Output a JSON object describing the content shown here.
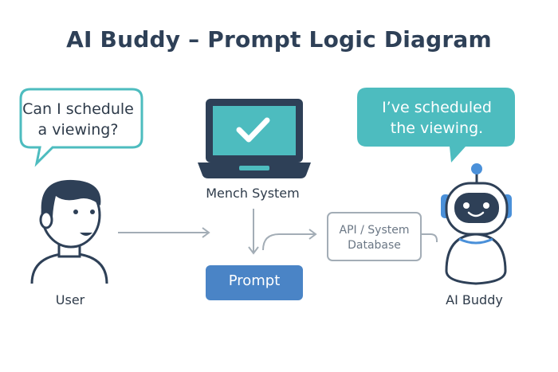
{
  "title": "AI Buddy – Prompt Logic Diagram",
  "user_bubble": {
    "line1": "Can I schedule",
    "line2": "a viewing?"
  },
  "bot_bubble": {
    "line1": "I’ve scheduled",
    "line2": "the viewing."
  },
  "nodes": {
    "user_label": "User",
    "system_label": "Mench System",
    "prompt_label": "Prompt",
    "api_line1": "API / System",
    "api_line2": "Database",
    "bot_label": "AI Buddy"
  },
  "colors": {
    "teal": "#4dbcbf",
    "navy": "#2e4057",
    "prompt_blue": "#4a84c6",
    "arrow_gray": "#a3adb6",
    "robot_blue": "#4a90d9"
  },
  "icons": [
    "person-icon",
    "laptop-check-icon",
    "robot-icon"
  ]
}
